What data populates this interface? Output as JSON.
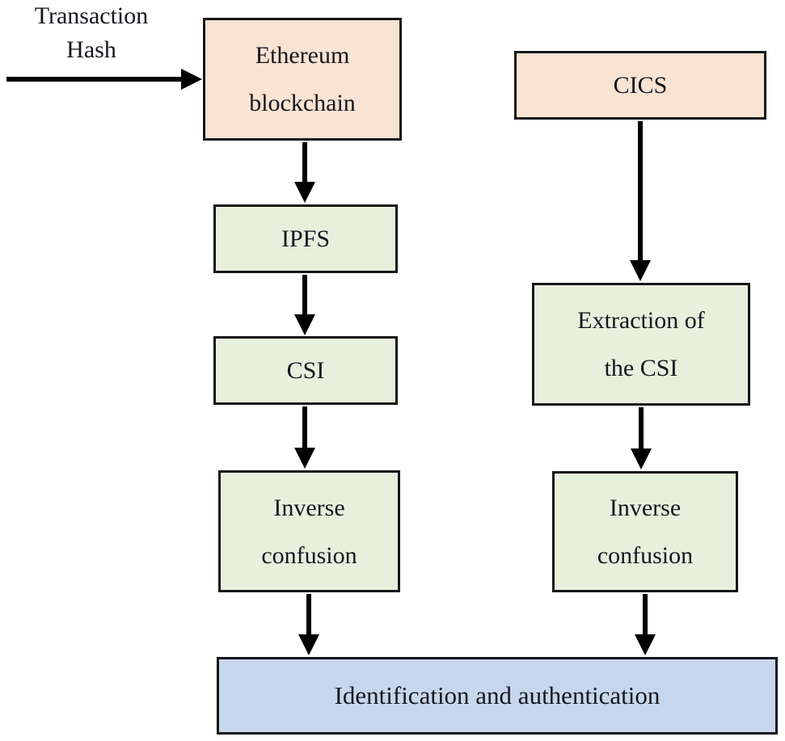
{
  "figure": {
    "colors": {
      "peach": "#f9e3d2",
      "green": "#e9efdd",
      "blue": "#c6d7ed",
      "border": "#161616",
      "arrow": "#000000",
      "text": "#16161d",
      "background": "#ffffff"
    },
    "input_label": {
      "lines": [
        "Transaction",
        "Hash"
      ]
    },
    "nodes": {
      "ethereum": {
        "lines": [
          "Ethereum",
          "blockchain"
        ],
        "fill": "peach"
      },
      "ipfs": {
        "lines": [
          "IPFS"
        ],
        "fill": "green"
      },
      "csi": {
        "lines": [
          "CSI"
        ],
        "fill": "green"
      },
      "inverse_left": {
        "lines": [
          "Inverse",
          "confusion"
        ],
        "fill": "green"
      },
      "cics": {
        "lines": [
          "CICS"
        ],
        "fill": "peach"
      },
      "extraction": {
        "lines": [
          "Extraction of",
          "the CSI"
        ],
        "fill": "green"
      },
      "inverse_right": {
        "lines": [
          "Inverse",
          "confusion"
        ],
        "fill": "green"
      },
      "identification": {
        "lines": [
          "Identification and authentication"
        ],
        "fill": "blue"
      }
    },
    "edges": [
      {
        "from": "Transaction Hash",
        "to": "Ethereum blockchain"
      },
      {
        "from": "Ethereum blockchain",
        "to": "IPFS"
      },
      {
        "from": "IPFS",
        "to": "CSI"
      },
      {
        "from": "CSI",
        "to": "Inverse confusion (left)"
      },
      {
        "from": "Inverse confusion (left)",
        "to": "Identification and authentication"
      },
      {
        "from": "CICS",
        "to": "Extraction of the CSI"
      },
      {
        "from": "Extraction of the CSI",
        "to": "Inverse confusion (right)"
      },
      {
        "from": "Inverse confusion (right)",
        "to": "Identification and authentication"
      }
    ]
  }
}
